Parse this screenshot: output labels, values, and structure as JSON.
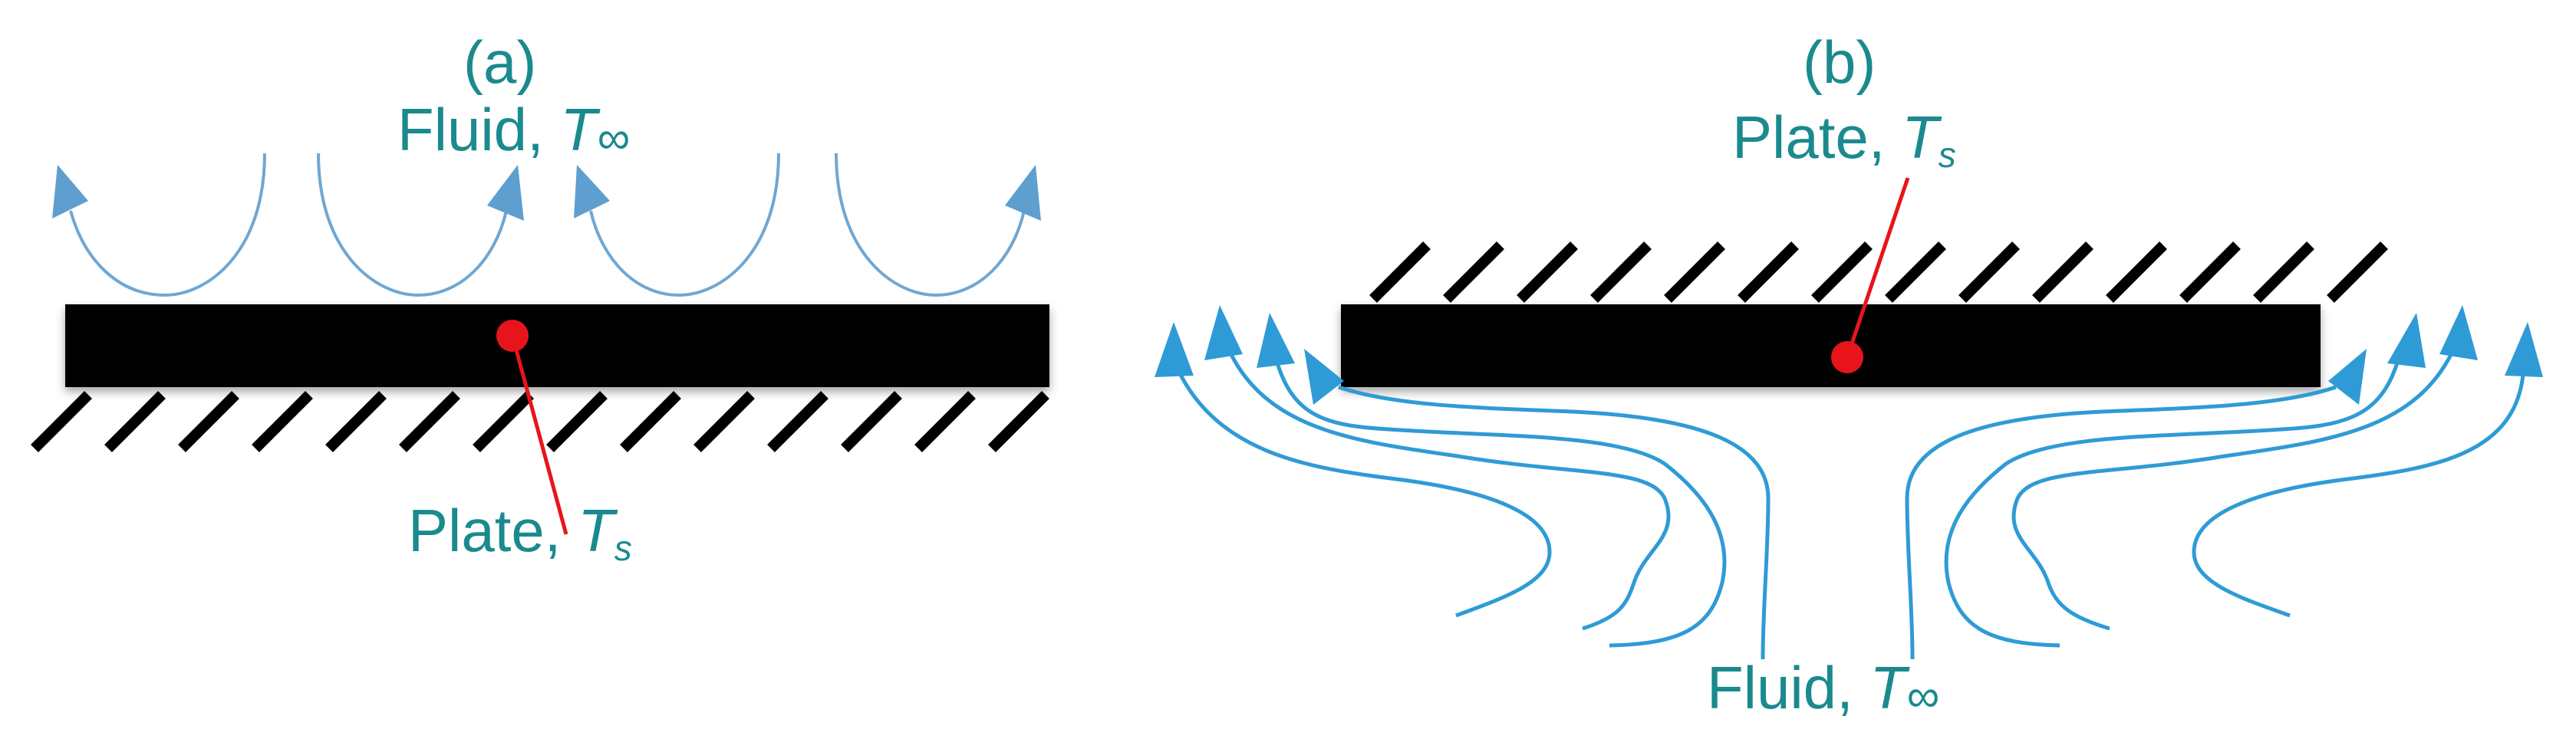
{
  "panel_a": {
    "panel_label": "(a)",
    "fluid_label": "Fluid, ",
    "fluid_symbol": "T",
    "fluid_subscript": "∞",
    "plate_label": "Plate, ",
    "plate_symbol": "T",
    "plate_subscript": "s"
  },
  "panel_b": {
    "panel_label": "(b)",
    "plate_label": "Plate, ",
    "plate_symbol": "T",
    "plate_subscript": "s",
    "fluid_label": "Fluid, ",
    "fluid_symbol": "T",
    "fluid_subscript": "∞"
  },
  "colors": {
    "label_text": "#1a8a8e",
    "plate": "#000000",
    "marker": "#e8141c",
    "flow_line": "#2f9bd6",
    "flow_line_a": "#6fa7d3",
    "arrow_head_a": "#5f9fd0"
  }
}
